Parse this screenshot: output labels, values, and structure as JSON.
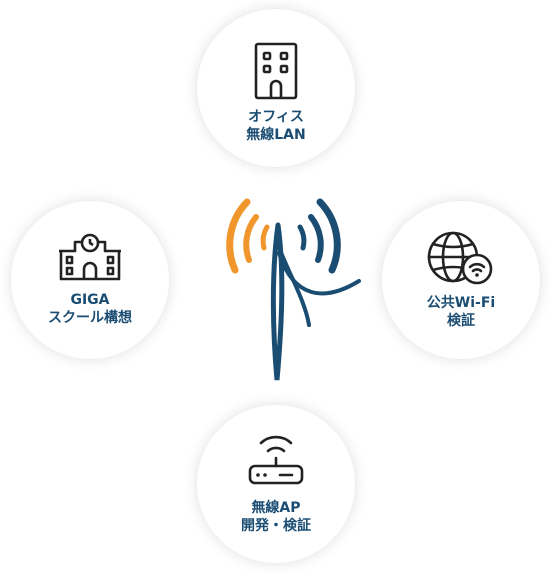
{
  "colors": {
    "navy": "#1b4d73",
    "orange": "#f0962c",
    "icon_stroke": "#222222"
  },
  "nodes": {
    "office": {
      "line1": "オフィス",
      "line2": "無線LAN",
      "icon": "office-building-icon"
    },
    "giga": {
      "line1": "GIGA",
      "line2": "スクール構想",
      "icon": "school-building-icon"
    },
    "wifi": {
      "line1": "公共Wi-Fi",
      "line2": "検証",
      "icon": "globe-wifi-icon"
    },
    "ap": {
      "line1": "無線AP",
      "line2": "開発・検証",
      "icon": "wireless-router-icon"
    }
  },
  "center": {
    "icon": "antenna-signal-icon"
  }
}
